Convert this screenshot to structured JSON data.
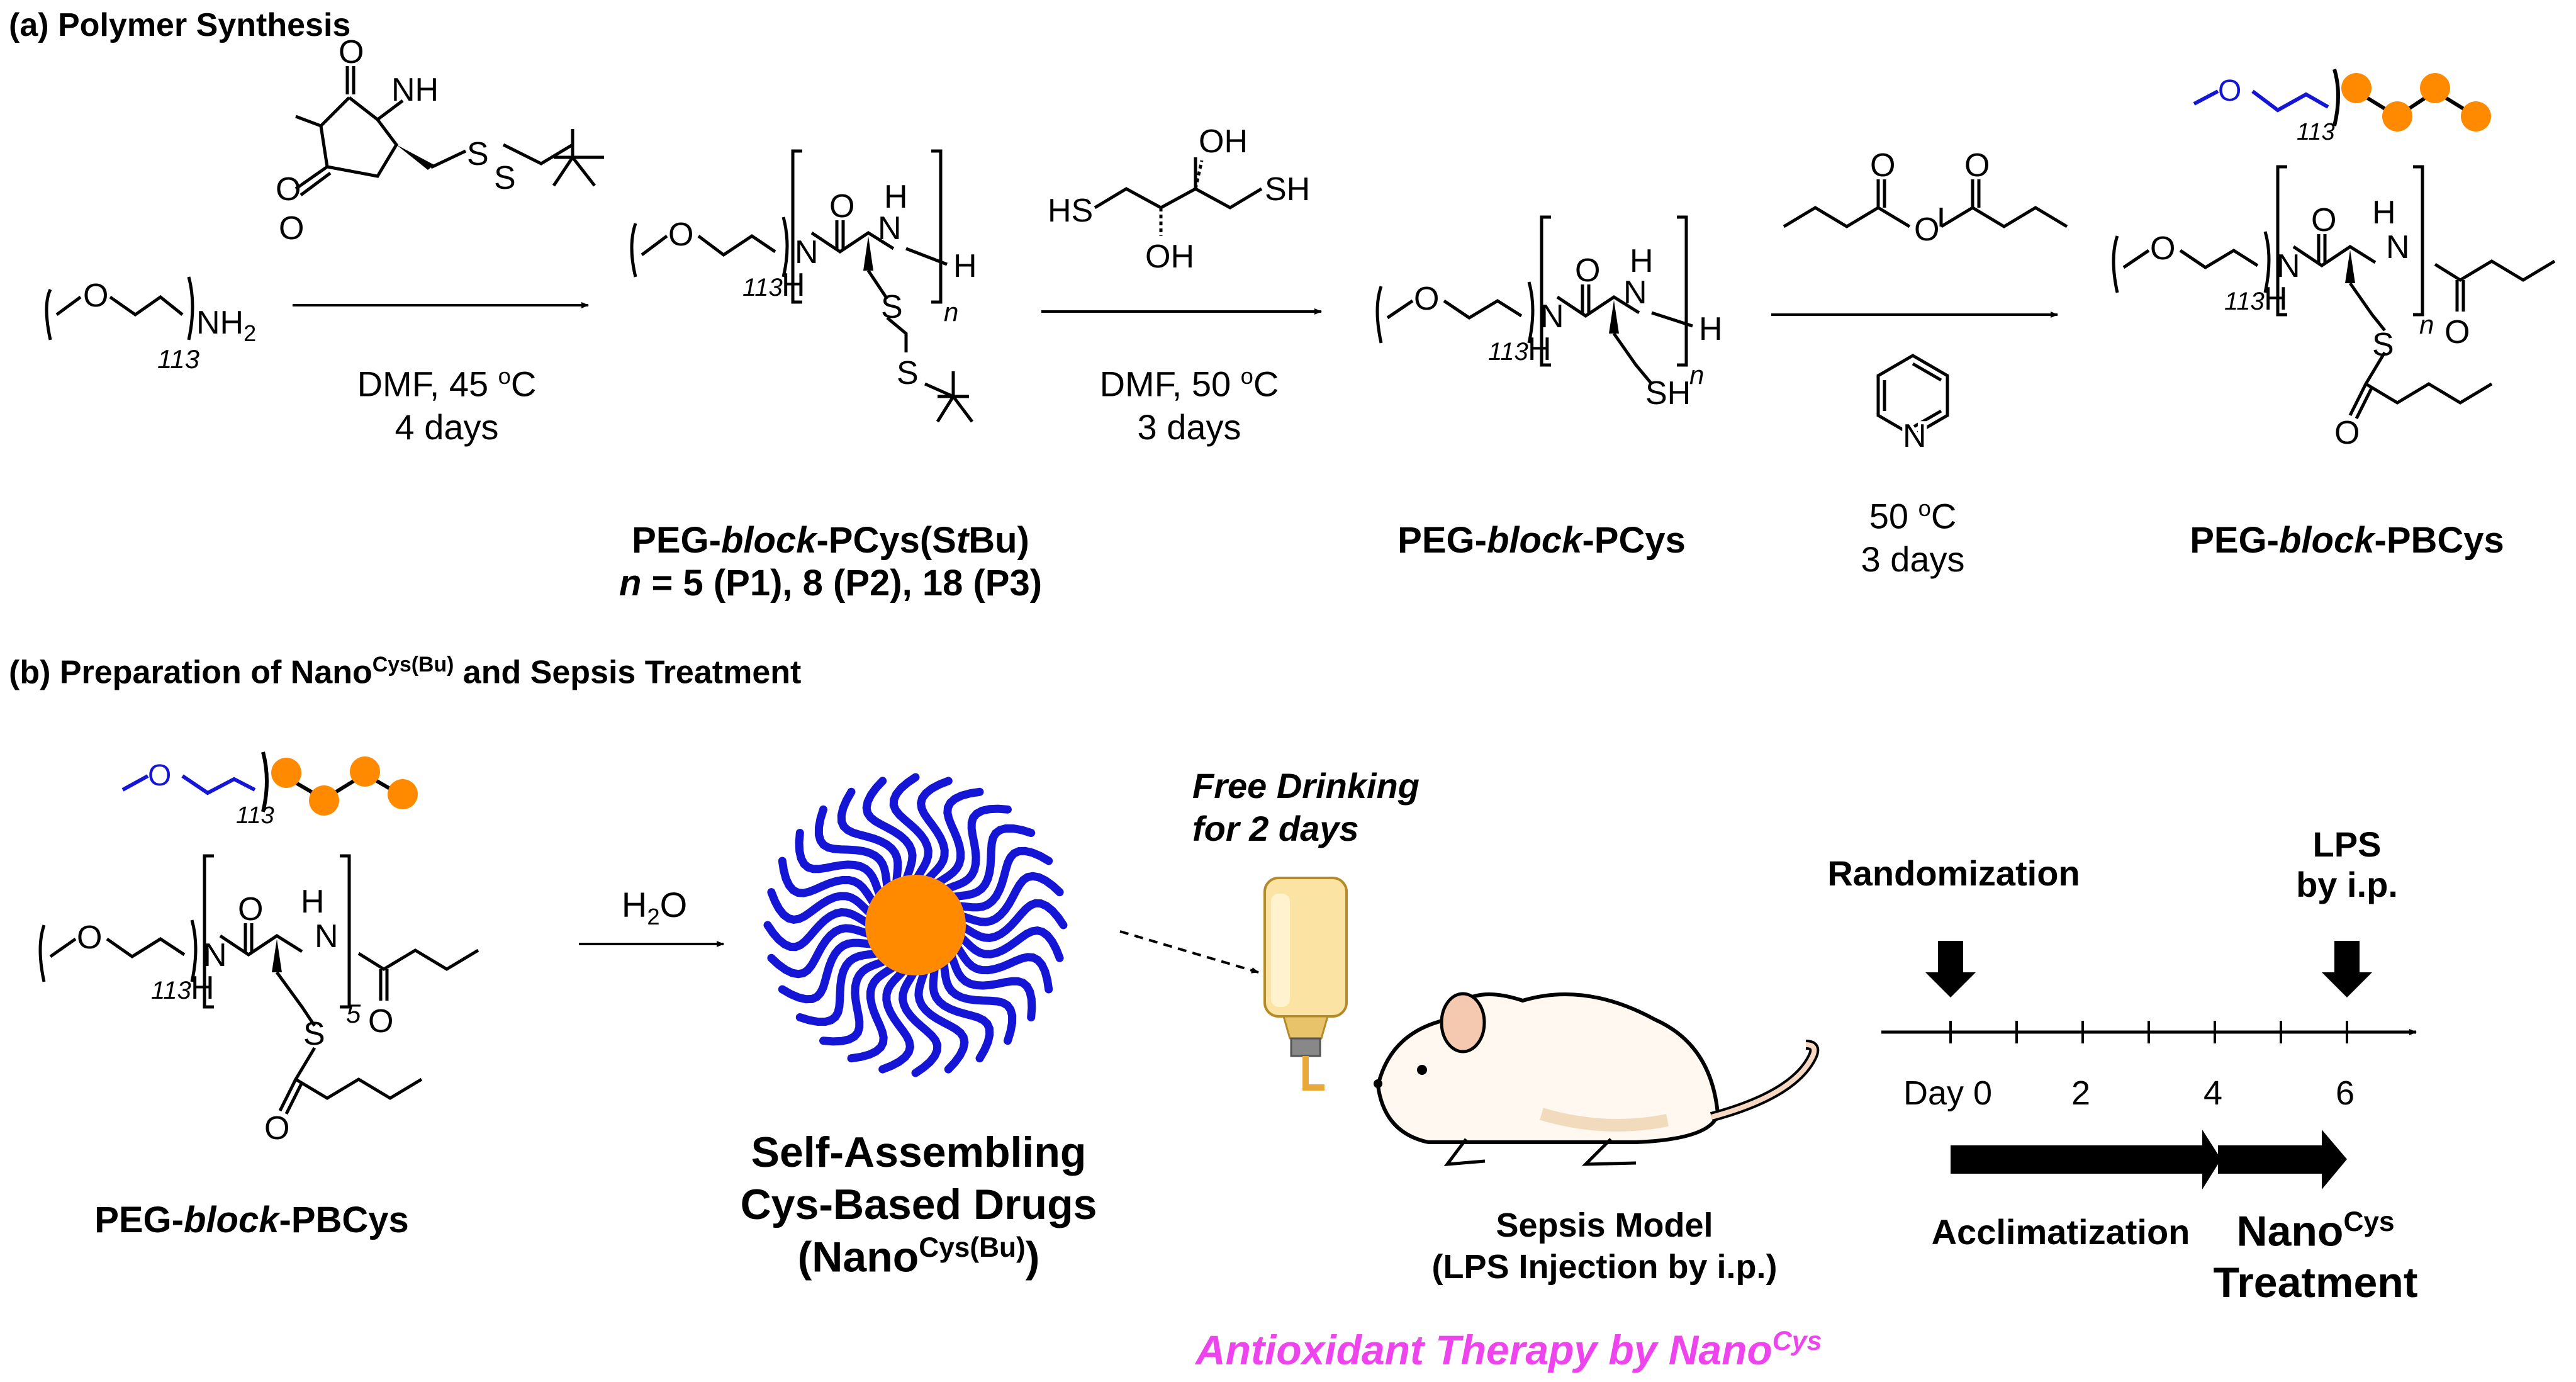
{
  "panel_a": {
    "title": "(a) Polymer Synthesis",
    "step1": {
      "solvent": "DMF, 45 ",
      "deg": "o",
      "unit": "C",
      "time": "4 days"
    },
    "step2": {
      "solvent": "DMF, 50 ",
      "deg": "o",
      "unit": "C",
      "time": "3 days"
    },
    "step3": {
      "temp": "50 ",
      "deg": "o",
      "unit": "C",
      "time": "3 days"
    },
    "product1": {
      "pre": "PEG-",
      "mid": "block",
      "post": "-PCys(S",
      "tb": "t",
      "bu": "Bu)",
      "n_label": "n",
      "n_rest": " = 5 (P1), 8 (P2), 18 (P3)"
    },
    "product2": {
      "pre": "PEG-",
      "mid": "block",
      "post": "-PCys"
    },
    "product3": {
      "pre": "PEG-",
      "mid": "block",
      "post": "-PBCys"
    }
  },
  "panel_b": {
    "title_pre": "(b) Preparation of Nano",
    "title_sup": "Cys(Bu)",
    "title_post": " and Sepsis Treatment",
    "reagent_h2o": "H",
    "reagent_sub": "2",
    "reagent_o": "O",
    "polymer": {
      "pre": "PEG-",
      "mid": "block",
      "post": "-PBCys"
    },
    "nano_line1": "Self-Assembling",
    "nano_line2": "Cys-Based Drugs",
    "nano_line3_pre": "(Nano",
    "nano_line3_sup": "Cys(Bu)",
    "nano_line3_post": ")",
    "drink_line1": "Free Drinking",
    "drink_line2": "for 2 days",
    "model_line1": "Sepsis Model",
    "model_line2": "(LPS Injection by i.p.)",
    "therapy_pre": "Antioxidant Therapy by Nano",
    "therapy_sup": "Cys",
    "timeline": {
      "randomization": "Randomization",
      "lps_line1": "LPS",
      "lps_line2": "by i.p.",
      "ticks": [
        "Day 0",
        "2",
        "4",
        "6"
      ],
      "acclimatization": "Acclimatization",
      "treatment_pre": "Nano",
      "treatment_sup": "Cys",
      "treatment_line2": "Treatment"
    }
  },
  "chem": {
    "nh2": "NH",
    "two": "2",
    "o": "O",
    "n": "n",
    "h": "H",
    "nh": "NH",
    "s": "S",
    "sh": "SH",
    "oh": "OH",
    "hs": "HS",
    "idx113": "113",
    "idx5": "5",
    "pyr_n": "N",
    "colors": {
      "peg": "#1515d6",
      "cys": "#ff8a00",
      "therapy": "#ee44ee"
    }
  }
}
